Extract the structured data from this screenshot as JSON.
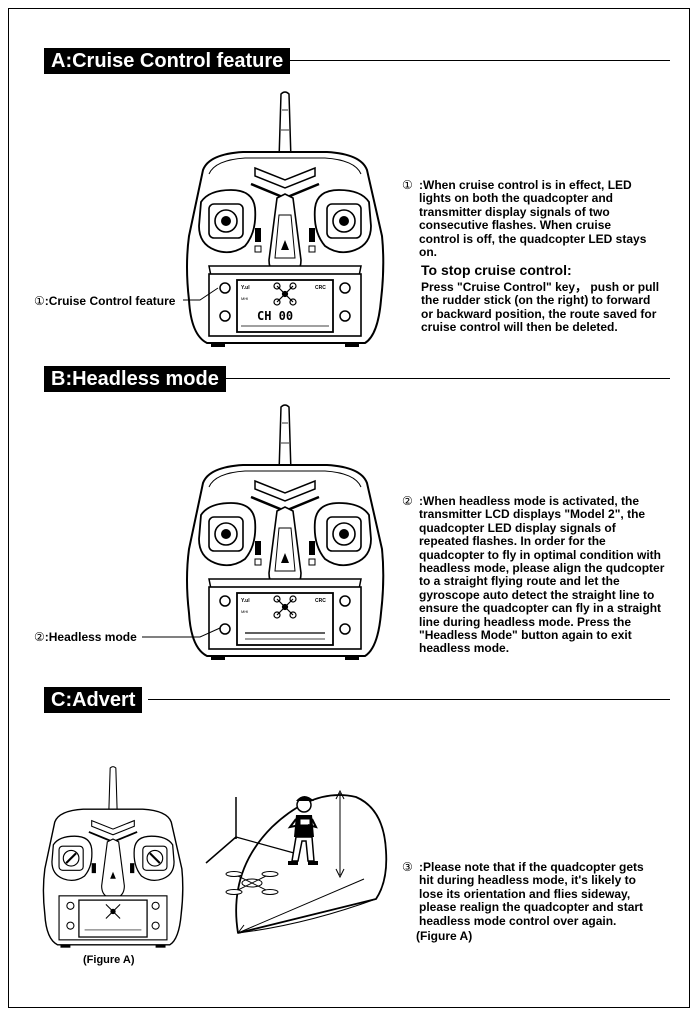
{
  "sections": [
    {
      "title": "A:Cruise Control feature",
      "callout_num": "①",
      "callout_label": ":Cruise Control feature",
      "desc_num": "①",
      "desc_text": ":When cruise control is in effect, LED lights on both the quadcopter and transmitter display signals of two consecutive flashes. When cruise control is off, the quadcopter LED stays on.",
      "subheading": "To stop cruise control:",
      "sub_text": "Press \"Cruise Control\" key， push or pull the rudder stick (on the right) to forward or backward position, the route saved for cruise control will then be deleted."
    },
    {
      "title": "B:Headless mode",
      "callout_num": "②",
      "callout_label": ":Headless mode",
      "desc_num": "②",
      "desc_text": ":When headless mode is activated, the transmitter LCD displays \"Model 2\", the quadcopter LED display signals of repeated flashes. In order for the quadcopter to fly in optimal condition with headless mode, please align the qudcopter to a straight flying route and let the gyroscope auto detect the straight line to ensure the quadcopter can fly in a straight line during headless mode. Press the \"Headless Mode\" button again to exit headless mode."
    },
    {
      "title": "C:Advert",
      "desc_num": "③",
      "desc_text": ":Please note that if the quadcopter gets hit during headless mode, it's likely to lose its orientation and flies sideway, please realign the quadcopter and start headless mode control over again.",
      "desc_ref": "(Figure A)",
      "figure_caption": "(Figure A)"
    }
  ],
  "lcd": {
    "left_tag": "Y.ul",
    "right_tag": "CRC",
    "sub_tag": "MHI",
    "digits": "CH 00"
  },
  "icons": [
    "transmitter-remote-illustration",
    "pilot-flying-quadcopter-illustration"
  ]
}
